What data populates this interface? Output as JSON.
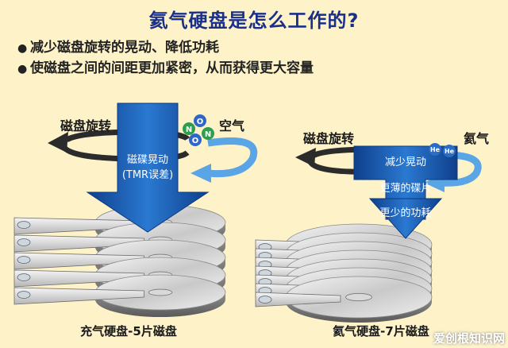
{
  "title": "氦气硬盘是怎么工作的?",
  "bullets": [
    "减少磁盘旋转的晃动、降低功耗",
    "使磁盘之间的间距更加紧密，从而获得更大容量"
  ],
  "left": {
    "rotation_label": "磁盘旋转",
    "gas_label": "空气",
    "arrow_lines": [
      "磁碟晃动",
      "(TMR误差)"
    ],
    "molecules": [
      "O",
      "N",
      "O",
      "N"
    ],
    "caption": "充气硬盘-5片磁盘"
  },
  "right": {
    "rotation_label": "磁盘旋转",
    "gas_label": "氦气",
    "arrow_lines": [
      "减少晃动",
      "更薄的碟片",
      "更少的功耗"
    ],
    "molecules": [
      "He",
      "He"
    ],
    "caption": "氦气硬盘-7片磁盘"
  },
  "watermark": "爱创根知识网",
  "colors": {
    "title": "#1a2f8a",
    "arrow": "#1d5fb4",
    "oxygen": "#2f66c8",
    "nitrogen": "#2e9d4e",
    "helium": "#2b6cc4"
  }
}
